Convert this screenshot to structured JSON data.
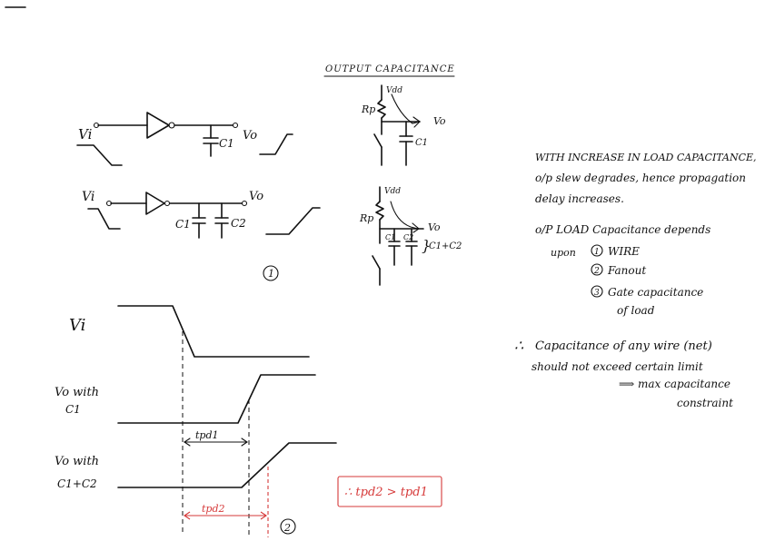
{
  "circuits": {
    "vi_top": "Vi",
    "vo_top": "Vo",
    "c1_top": "C1",
    "vi_mid": "Vi",
    "vo_mid": "Vo",
    "c1_mid": "C1",
    "c2_mid": "C2",
    "fig1_marker": "1"
  },
  "output_capacitance": {
    "title": "OUTPUT CAPACITANCE",
    "vdd_top": "Vdd",
    "rp_top": "Rp",
    "vo_top": "Vo",
    "c1_top": "C1",
    "vdd_bottom": "Vdd",
    "rp_bottom": "Rp",
    "vo_bottom": "Vo",
    "c1_bottom": "C1",
    "c2_bottom": "C2",
    "sum_bottom": "C1+C2"
  },
  "notes": {
    "line1": "WITH INCREASE IN LOAD CAPACITANCE,",
    "line2": "o/p slew degrades, hence propagation",
    "line3": "delay increases.",
    "line4": "o/P LOAD Capacitance depends",
    "upon": "upon",
    "item1_num": "1",
    "item1": "WIRE",
    "item2_num": "2",
    "item2": "Fanout",
    "item3_num": "3",
    "item3a": "Gate capacitance",
    "item3b": "of load",
    "conclusion_symbol": "∴",
    "conclusion1": "Capacitance of any wire (net)",
    "conclusion2": "should not exceed certain limit",
    "conclusion3": "⟹ max capacitance",
    "conclusion4": "constraint"
  },
  "timing": {
    "vi_label": "Vi",
    "vo_c1_label_a": "Vo with",
    "vo_c1_label_b": "C1",
    "vo_c1c2_label_a": "Vo with",
    "vo_c1c2_label_b": "C1+C2",
    "tpd1": "tpd1",
    "tpd2": "tpd2",
    "fig2_marker": "2",
    "result": "∴ tpd2 > tpd1"
  }
}
